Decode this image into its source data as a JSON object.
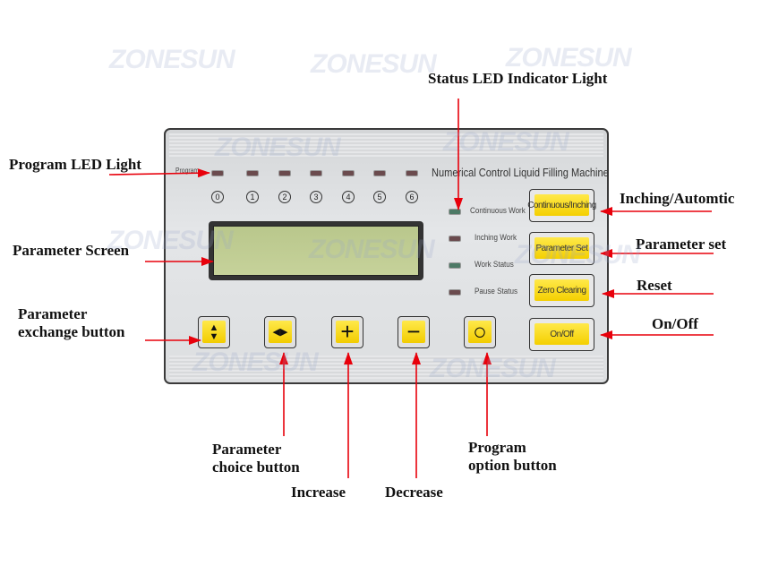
{
  "watermark": "ZONESUN",
  "panel": {
    "title": "Numerical Control Liquid Filling Machine",
    "program_label": "Program",
    "program_numbers": [
      "0",
      "1",
      "2",
      "3",
      "4",
      "5",
      "6"
    ],
    "status": [
      {
        "label": "Continuous Work",
        "color": "#4d7a66"
      },
      {
        "label": "Inching Work",
        "color": "#6b4b4e"
      },
      {
        "label": "Work Status",
        "color": "#4d7a66"
      },
      {
        "label": "Pause Status",
        "color": "#6b4b4e"
      }
    ],
    "buttons": [
      "Continuous/Inching",
      "Parameter Set",
      "Zero Clearing",
      "On/Off"
    ],
    "bottom_buttons": [
      {
        "icon": "up-down-arrows-icon",
        "glyph": "▲▼"
      },
      {
        "icon": "left-right-arrows-icon",
        "glyph": "◀▶"
      },
      {
        "icon": "plus-icon",
        "glyph": "+"
      },
      {
        "icon": "minus-icon",
        "glyph": "−"
      },
      {
        "icon": "circle-icon",
        "glyph": "○"
      }
    ]
  },
  "annotations": {
    "program_led": "Program LED Light",
    "parameter_screen": "Parameter Screen",
    "exchange_1": "Parameter",
    "exchange_2": "exchange button",
    "status_led": "Status LED Indicator Light",
    "inching": "Inching/Automtic",
    "parameter_set": "Parameter set",
    "reset": "Reset",
    "onoff": "On/Off",
    "choice_1": "Parameter",
    "choice_2": "choice button",
    "increase": "Increase",
    "decrease": "Decrease",
    "option_1": "Program",
    "option_2": "option button"
  },
  "colors": {
    "arrow": "#e8000b",
    "button": "#f8dc1a"
  }
}
